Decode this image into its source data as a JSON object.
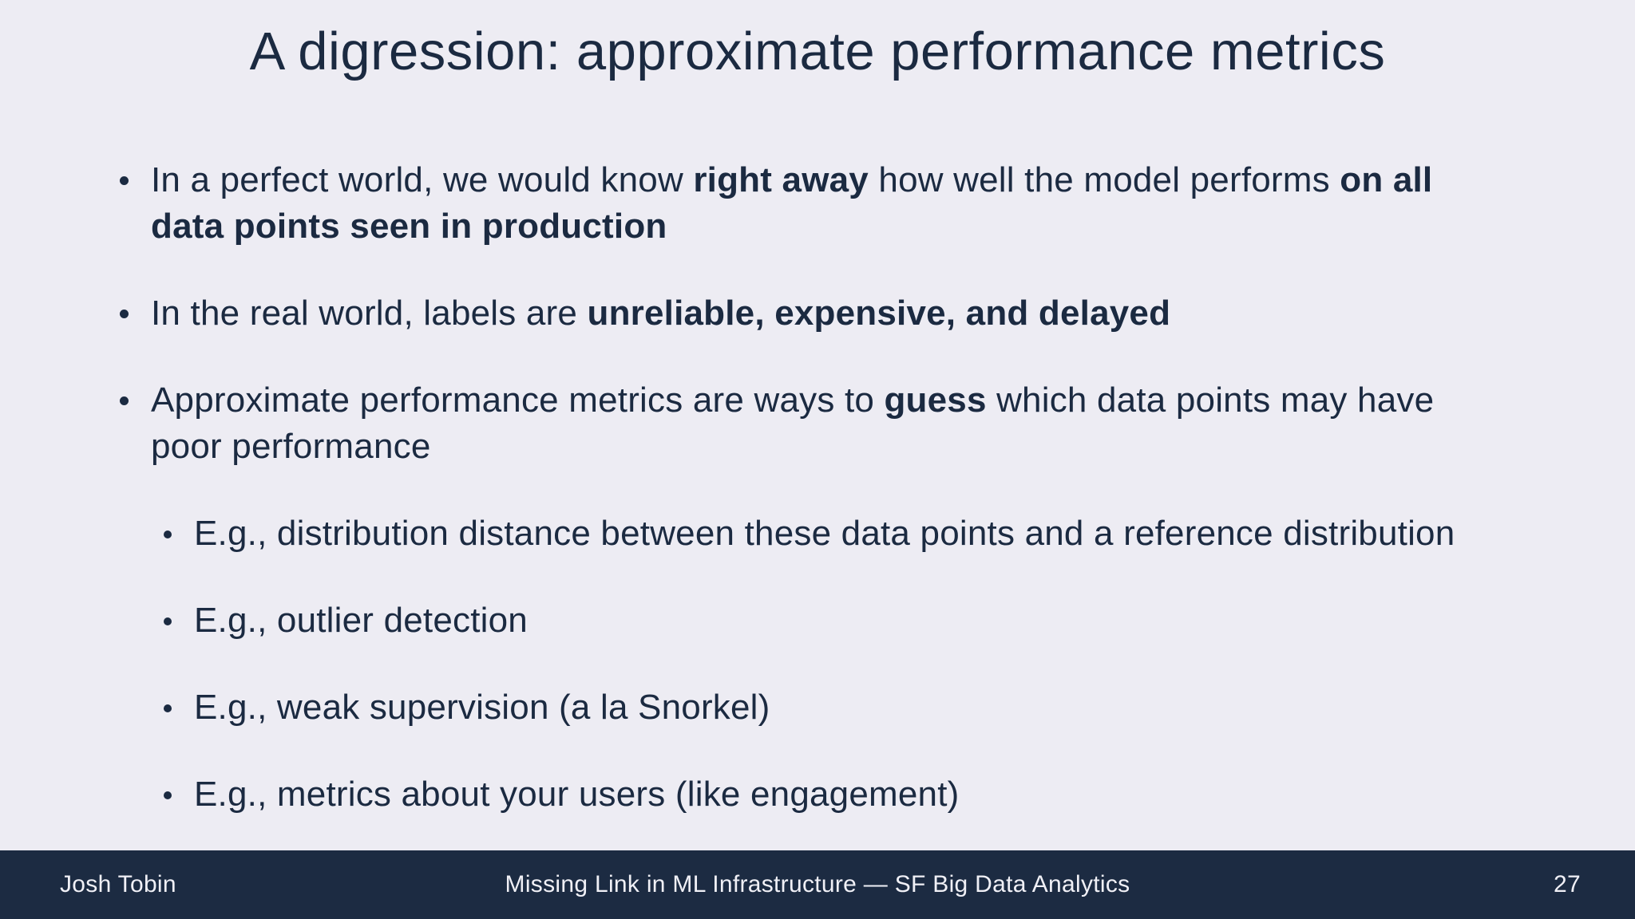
{
  "slide": {
    "title": "A digression: approximate performance metrics",
    "bullets": [
      {
        "segments": [
          {
            "text": "In a perfect world, we would know ",
            "bold": false
          },
          {
            "text": "right away",
            "bold": true
          },
          {
            "text": " how well the model performs ",
            "bold": false
          },
          {
            "text": "on all data points seen in production",
            "bold": true
          }
        ]
      },
      {
        "segments": [
          {
            "text": "In the real world, labels are ",
            "bold": false
          },
          {
            "text": "unreliable, expensive, and delayed",
            "bold": true
          }
        ]
      },
      {
        "segments": [
          {
            "text": "Approximate performance metrics are ways to ",
            "bold": false
          },
          {
            "text": "guess",
            "bold": true
          },
          {
            "text": " which data points may have poor performance",
            "bold": false
          }
        ]
      }
    ],
    "sub_bullets": [
      "E.g., distribution distance between these data points and a reference distribution",
      "E.g., outlier detection",
      "E.g., weak supervision (a la Snorkel)",
      "E.g., metrics about your users (like engagement)"
    ]
  },
  "footer": {
    "author": "Josh Tobin",
    "deck_title": "Missing Link in ML Infrastructure — SF Big Data Analytics",
    "page_number": "27"
  },
  "colors": {
    "background": "#EDECF3",
    "ink": "#1B2A41",
    "footer_background": "#1C2B42",
    "footer_text": "#F0F0F6"
  }
}
